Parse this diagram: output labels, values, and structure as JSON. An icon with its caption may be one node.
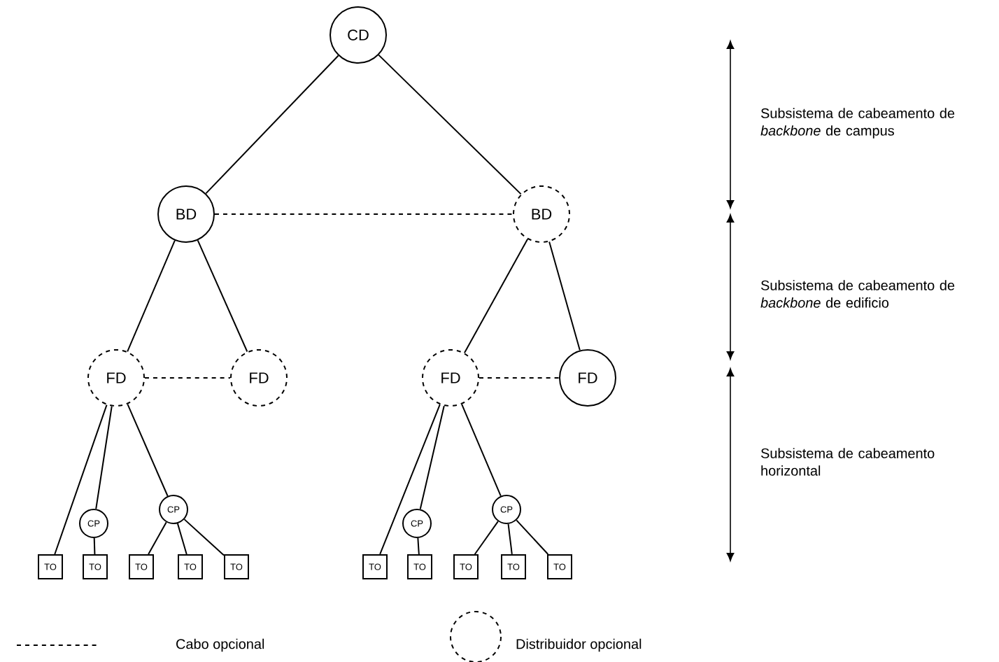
{
  "diagram": {
    "nodes": [
      {
        "text": [
          "CD"
        ]
      },
      {
        "text": [
          "BD"
        ]
      },
      {
        "text": [
          "BD"
        ]
      },
      {
        "text": [
          "FD"
        ]
      },
      {
        "text": [
          "FD"
        ]
      },
      {
        "text": [
          "FD"
        ]
      },
      {
        "text": [
          "FD"
        ]
      },
      {
        "text": [
          "CP"
        ]
      },
      {
        "text": [
          "CP"
        ]
      },
      {
        "text": [
          "TO"
        ]
      },
      {
        "text": [
          "TO"
        ]
      },
      {
        "text": [
          "TO"
        ]
      },
      {
        "text": [
          "TO"
        ]
      },
      {
        "text": [
          "TO"
        ]
      },
      {
        "text": [
          "CP"
        ]
      },
      {
        "text": [
          "CP"
        ]
      },
      {
        "text": [
          "TO"
        ]
      },
      {
        "text": [
          "TO"
        ]
      },
      {
        "text": [
          "TO"
        ]
      },
      {
        "text": [
          "TO"
        ]
      },
      {
        "text": [
          "TO"
        ]
      }
    ],
    "edges": [
      {
        "from": 0,
        "to": 1,
        "arrow": "none"
      },
      {
        "from": 0,
        "to": 2,
        "arrow": "none"
      },
      {
        "from": 1,
        "to": 2,
        "arrow": "none",
        "style": "dashed"
      },
      {
        "from": 1,
        "to": 3,
        "arrow": "none"
      },
      {
        "from": 1,
        "to": 4,
        "arrow": "none"
      },
      {
        "from": 3,
        "to": 4,
        "arrow": "none",
        "style": "dashed"
      },
      {
        "from": 2,
        "to": 5,
        "arrow": "none"
      },
      {
        "from": 2,
        "to": 6,
        "arrow": "none"
      },
      {
        "from": 5,
        "to": 6,
        "arrow": "none",
        "style": "dashed"
      },
      {
        "from": 3,
        "to": 9,
        "arrow": "none"
      },
      {
        "from": 3,
        "to": 7,
        "arrow": "none"
      },
      {
        "from": 3,
        "to": 8,
        "arrow": "none"
      },
      {
        "from": 7,
        "to": 10,
        "arrow": "none"
      },
      {
        "from": 8,
        "to": 11,
        "arrow": "none"
      },
      {
        "from": 8,
        "to": 12,
        "arrow": "none"
      },
      {
        "from": 8,
        "to": 13,
        "arrow": "none"
      },
      {
        "from": 5,
        "to": 16,
        "arrow": "none"
      },
      {
        "from": 5,
        "to": 14,
        "arrow": "none"
      },
      {
        "from": 5,
        "to": 15,
        "arrow": "none"
      },
      {
        "from": 14,
        "to": 17,
        "arrow": "none"
      },
      {
        "from": 15,
        "to": 18,
        "arrow": "none"
      },
      {
        "from": 15,
        "to": 19,
        "arrow": "none"
      },
      {
        "from": 15,
        "to": 20,
        "arrow": "none"
      }
    ],
    "labels": [
      "Subsistema de cabeamento de *backbone* de campus",
      "Subsistema de cabeamento de *backbone* de edificio",
      "Subsistema de cabeamento horizontal"
    ],
    "legend": [
      {
        "text": "Cabo opcional"
      },
      {
        "text": "Distribuidor opcional"
      }
    ]
  }
}
